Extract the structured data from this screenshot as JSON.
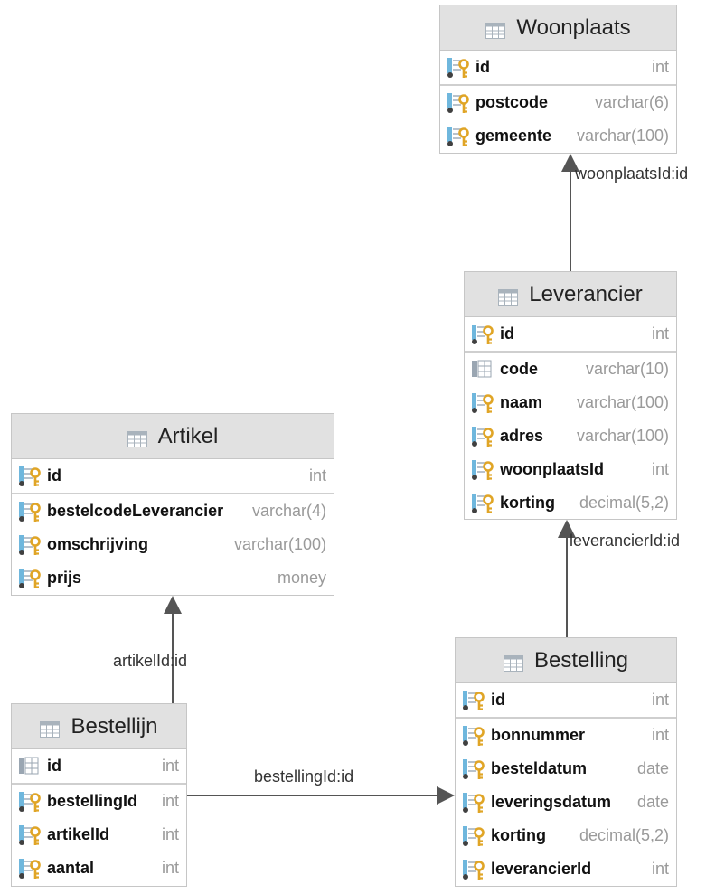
{
  "entities": {
    "woonplaats": {
      "title": "Woonplaats",
      "pk": [
        {
          "name": "id",
          "type": "int",
          "icon": "key"
        }
      ],
      "fields": [
        {
          "name": "postcode",
          "type": "varchar(6)",
          "icon": "key"
        },
        {
          "name": "gemeente",
          "type": "varchar(100)",
          "icon": "key"
        }
      ]
    },
    "leverancier": {
      "title": "Leverancier",
      "pk": [
        {
          "name": "id",
          "type": "int",
          "icon": "key"
        }
      ],
      "fields": [
        {
          "name": "code",
          "type": "varchar(10)",
          "icon": "column"
        },
        {
          "name": "naam",
          "type": "varchar(100)",
          "icon": "key"
        },
        {
          "name": "adres",
          "type": "varchar(100)",
          "icon": "key"
        },
        {
          "name": "woonplaatsId",
          "type": "int",
          "icon": "key"
        },
        {
          "name": "korting",
          "type": "decimal(5,2)",
          "icon": "key"
        }
      ]
    },
    "artikel": {
      "title": "Artikel",
      "pk": [
        {
          "name": "id",
          "type": "int",
          "icon": "key"
        }
      ],
      "fields": [
        {
          "name": "bestelcodeLeverancier",
          "type": "varchar(4)",
          "icon": "key"
        },
        {
          "name": "omschrijving",
          "type": "varchar(100)",
          "icon": "key"
        },
        {
          "name": "prijs",
          "type": "money",
          "icon": "key"
        }
      ]
    },
    "bestelling": {
      "title": "Bestelling",
      "pk": [
        {
          "name": "id",
          "type": "int",
          "icon": "key"
        }
      ],
      "fields": [
        {
          "name": "bonnummer",
          "type": "int",
          "icon": "key"
        },
        {
          "name": "besteldatum",
          "type": "date",
          "icon": "key"
        },
        {
          "name": "leveringsdatum",
          "type": "date",
          "icon": "key"
        },
        {
          "name": "korting",
          "type": "decimal(5,2)",
          "icon": "key"
        },
        {
          "name": "leverancierId",
          "type": "int",
          "icon": "key"
        }
      ]
    },
    "bestellijn": {
      "title": "Bestellijn",
      "pk": [
        {
          "name": "id",
          "type": "int",
          "icon": "column"
        }
      ],
      "fields": [
        {
          "name": "bestellingId",
          "type": "int",
          "icon": "key"
        },
        {
          "name": "artikelId",
          "type": "int",
          "icon": "key"
        },
        {
          "name": "aantal",
          "type": "int",
          "icon": "key"
        }
      ]
    }
  },
  "relations": [
    {
      "label": "woonplaatsId:id"
    },
    {
      "label": "leverancierId:id"
    },
    {
      "label": "artikelId:id"
    },
    {
      "label": "bestellingId:id"
    }
  ],
  "colors": {
    "header_bg": "#e1e1e1",
    "border": "#c6c6c6",
    "connector": "#555555",
    "key_gold": "#e0a526",
    "column_blue": "#6fb7dd",
    "type_gray": "#9a9a9a"
  }
}
